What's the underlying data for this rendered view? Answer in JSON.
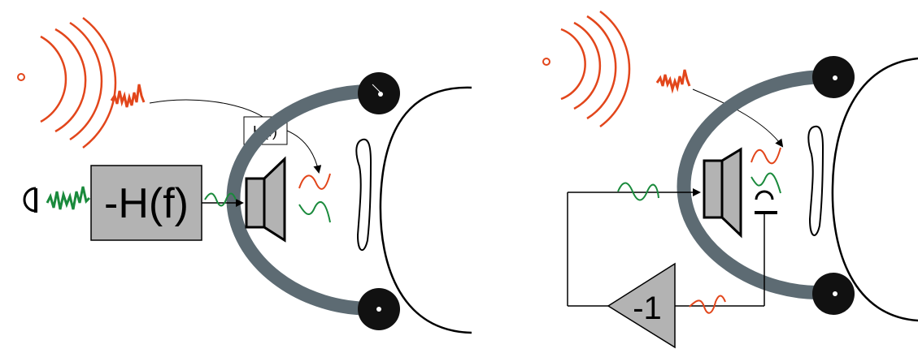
{
  "colors": {
    "noise": "#e2461b",
    "signal": "#1a8a3c",
    "band": "#5d6b73",
    "box_fill": "#b3b3b3",
    "ink": "#000000"
  },
  "left_panel": {
    "filter_box_label": "-H(f)",
    "transfer_label": "H(f)",
    "icons": [
      "noise-source-icon",
      "microphone-icon",
      "speaker-icon",
      "earcup-icon",
      "ear-icon"
    ]
  },
  "right_panel": {
    "inverter_label": "-1",
    "icons": [
      "noise-source-icon",
      "speaker-icon",
      "microphone-icon",
      "earcup-icon",
      "ear-icon"
    ]
  }
}
